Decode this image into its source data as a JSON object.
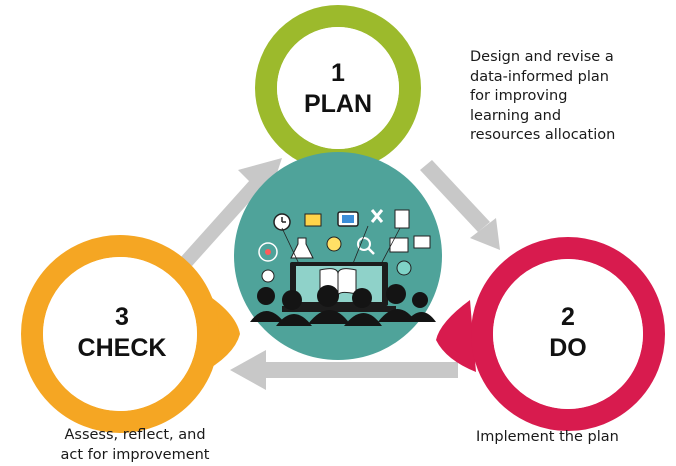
{
  "cycle": {
    "plan": {
      "number": "1",
      "title": "PLAN",
      "description": "Design and revise a\ndata-informed plan\nfor improving\nlearning and\nresources allocation",
      "color": "#9cba2c"
    },
    "do": {
      "number": "2",
      "title": "DO",
      "description": "Implement the plan",
      "color": "#d81b4e"
    },
    "check": {
      "number": "3",
      "title": "CHECK",
      "description": "Assess, reflect, and\nact for improvement",
      "color": "#f5a623"
    }
  },
  "colors": {
    "arrow": "#c8c8c8",
    "center_bg": "#4fa39a",
    "silhouette": "#141414"
  },
  "center_image": {
    "icon": "students-with-laptop-and-learning-icons-illustration"
  }
}
